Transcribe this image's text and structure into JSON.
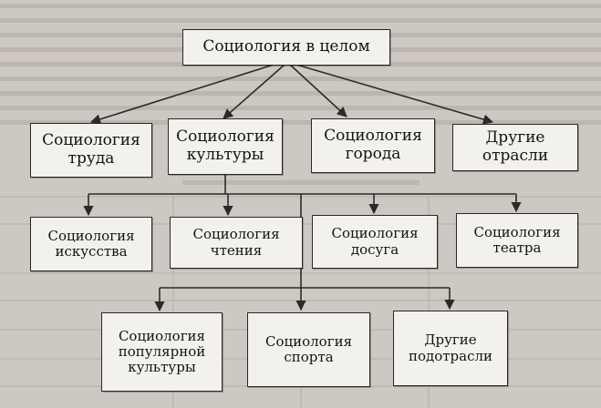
{
  "diagram": {
    "root": "Социология в целом",
    "level1": [
      "Социология\nтруда",
      "Социология\nкультуры",
      "Социология\nгорода",
      "Другие\nотрасли"
    ],
    "level2": [
      "Социология\nискусства",
      "Социология\nчтения",
      "Социология\nдосуга",
      "Социология\nтеатра"
    ],
    "level3": [
      "Социология\nпопулярной\nкультуры",
      "Социология\nспорта",
      "Другие\nподотрасли"
    ]
  },
  "colors": {
    "box_fill": "#f3f1ee",
    "box_border": "#2a2826",
    "line": "#2c2a28",
    "paper": "#cdc8c2"
  }
}
